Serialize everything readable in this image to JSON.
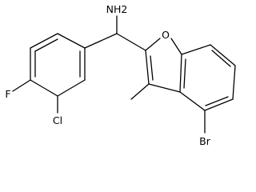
{
  "molecule": {
    "atoms": {
      "nh2": "NH2",
      "o": "O",
      "f": "F",
      "cl": "Cl",
      "br": "Br"
    },
    "colors": {
      "bond": "#000000",
      "label": "#000000",
      "background": "#ffffff"
    }
  }
}
